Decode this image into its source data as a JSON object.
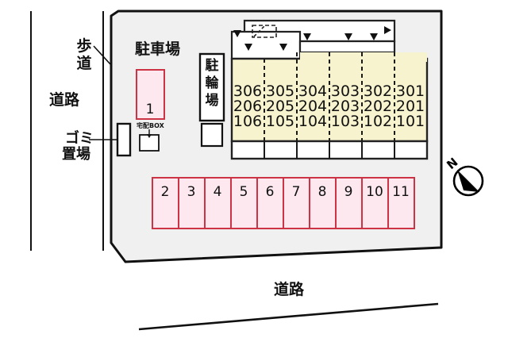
{
  "plan": {
    "title_parking": "駐車場",
    "label_sidewalk": "歩道",
    "label_road_left": "道路",
    "label_road_bottom": "道路",
    "label_garbage": "ゴミ置場",
    "label_garbage_line1": "ゴミ",
    "label_garbage_line2": "置場",
    "label_bicycle": "駐輪場",
    "label_delivery_box": "宅配BOX",
    "compass_north": "N"
  },
  "colors": {
    "site_fill": "#f0f0f0",
    "site_stroke": "#111111",
    "building_fill": "#f7f3cf",
    "building_stroke": "#222222",
    "corridor_fill": "#ffffff",
    "parking_fill": "#fce8ee",
    "parking_stroke": "#cc3344",
    "text": "#111111",
    "road_stroke": "#111111"
  },
  "building": {
    "floors": [
      {
        "floor": 3,
        "rooms": [
          "306",
          "305",
          "304",
          "303",
          "302",
          "301"
        ]
      },
      {
        "floor": 2,
        "rooms": [
          "206",
          "205",
          "204",
          "203",
          "202",
          "201"
        ]
      },
      {
        "floor": 1,
        "rooms": [
          "106",
          "105",
          "104",
          "103",
          "102",
          "101"
        ]
      }
    ],
    "unit_count": 6,
    "entrance_marker": "▼",
    "direction_marker": "▶"
  },
  "parking": {
    "space_single": "1",
    "spaces_row": [
      "2",
      "3",
      "4",
      "5",
      "6",
      "7",
      "8",
      "9",
      "10",
      "11"
    ]
  }
}
